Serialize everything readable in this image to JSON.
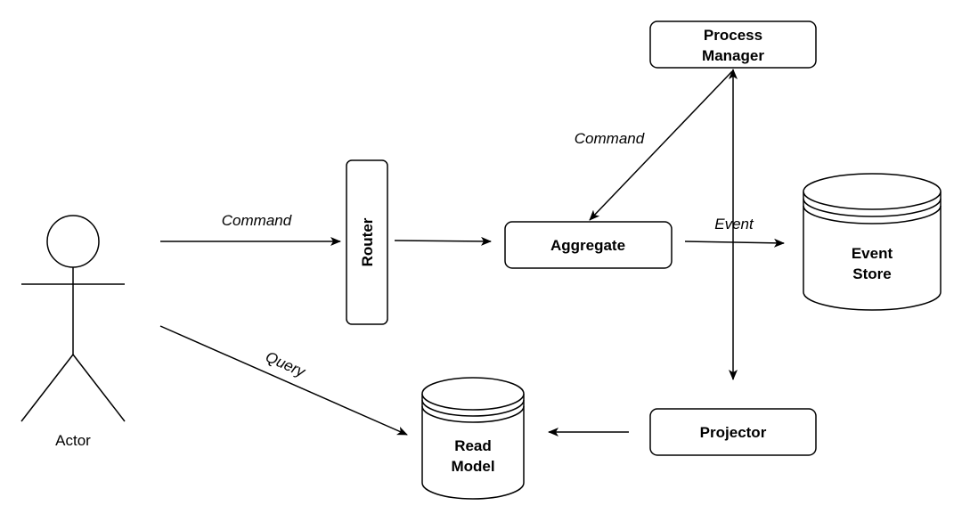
{
  "actor": {
    "label": "Actor"
  },
  "nodes": {
    "router": {
      "label": "Router"
    },
    "aggregate": {
      "label": "Aggregate"
    },
    "process_manager": {
      "line1": "Process",
      "line2": "Manager"
    },
    "event_store": {
      "line1": "Event",
      "line2": "Store"
    },
    "read_model": {
      "line1": "Read",
      "line2": "Model"
    },
    "projector": {
      "label": "Projector"
    }
  },
  "edges": {
    "actor_router": "Command",
    "actor_read_model": "Query",
    "process_manager_aggregate": "Command",
    "aggregate_event_store": "Event"
  },
  "colors": {
    "stroke": "#000000",
    "fill": "#ffffff"
  }
}
